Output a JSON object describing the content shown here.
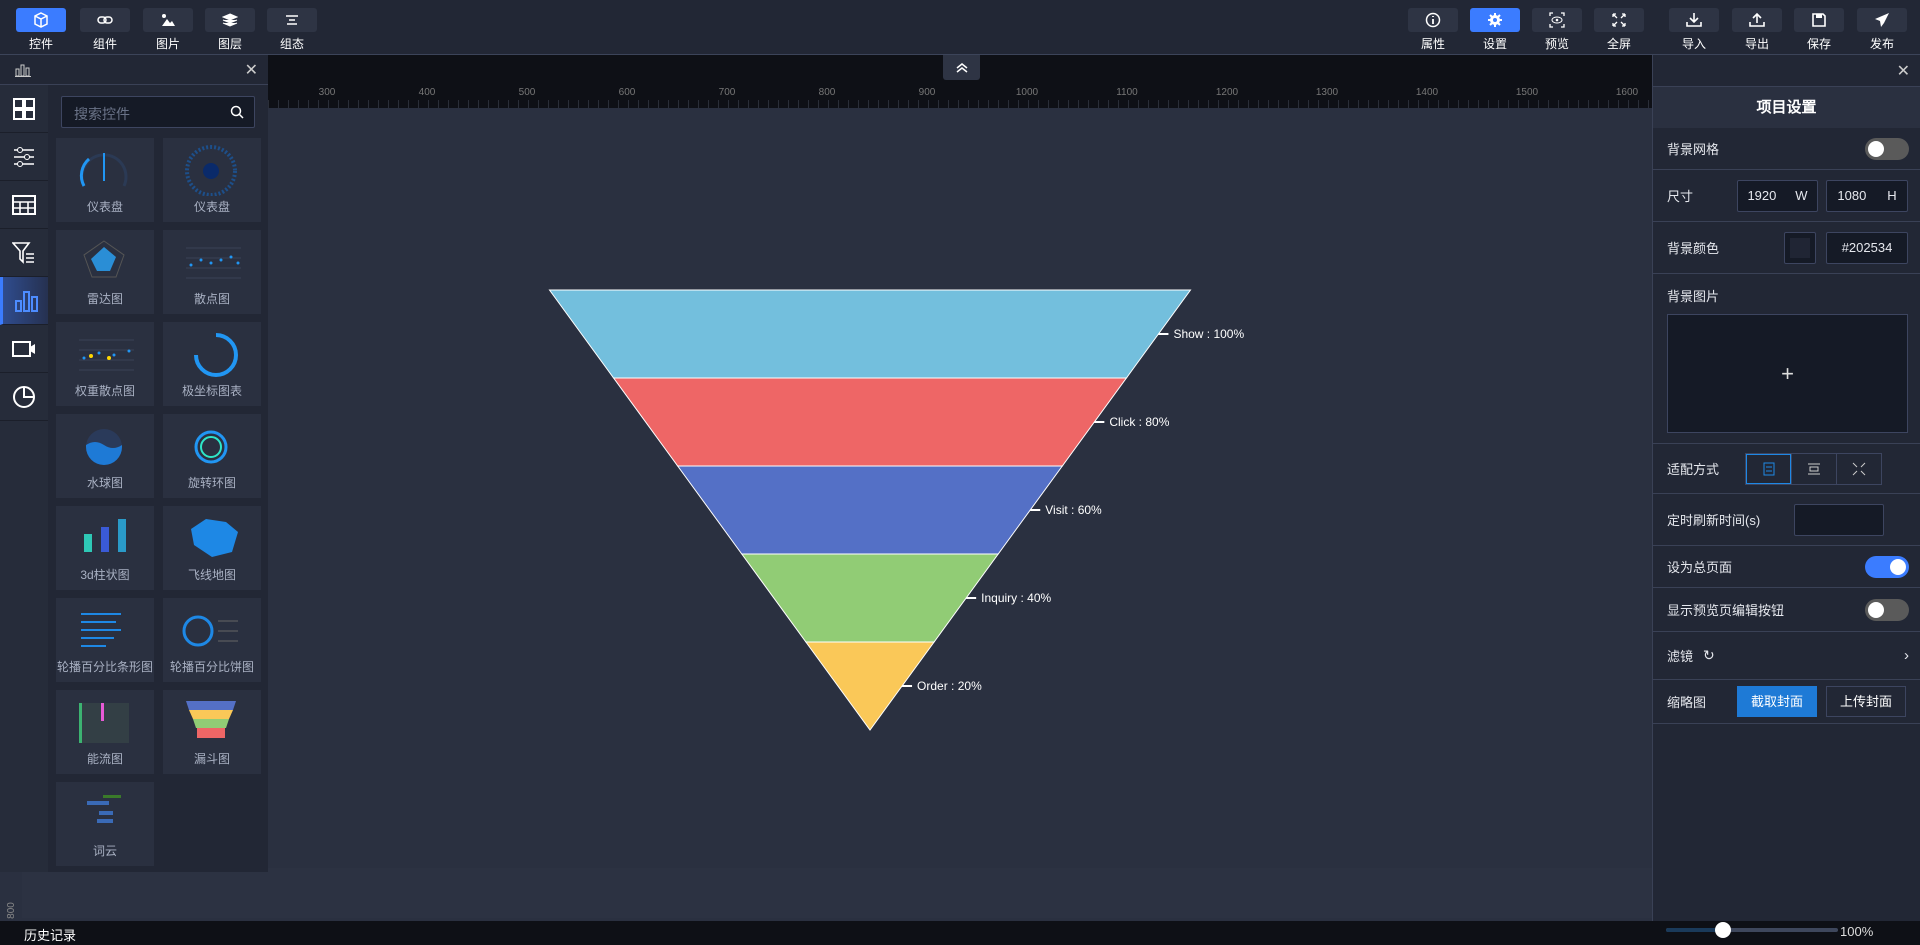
{
  "toolbar_left": [
    {
      "label": "控件",
      "icon": "cube-icon",
      "active": true
    },
    {
      "label": "组件",
      "icon": "link-icon"
    },
    {
      "label": "图片",
      "icon": "image-icon"
    },
    {
      "label": "图层",
      "icon": "layers-icon"
    },
    {
      "label": "组态",
      "icon": "align-icon"
    }
  ],
  "toolbar_right": [
    {
      "label": "属性",
      "icon": "info-icon"
    },
    {
      "label": "设置",
      "icon": "gear-icon",
      "active": true
    },
    {
      "label": "预览",
      "icon": "eye-icon"
    },
    {
      "label": "全屏",
      "icon": "fullscreen-icon"
    },
    {
      "label": "导入",
      "icon": "import-icon"
    },
    {
      "label": "导出",
      "icon": "export-icon"
    },
    {
      "label": "保存",
      "icon": "save-icon"
    },
    {
      "label": "发布",
      "icon": "send-icon"
    }
  ],
  "ruler": {
    "ticks": [
      "300",
      "400",
      "500",
      "600",
      "700",
      "800",
      "900",
      "1000",
      "1100",
      "1200",
      "1300",
      "1400",
      "1500",
      "1600"
    ],
    "vertical_label": "800"
  },
  "left_panel": {
    "search_placeholder": "搜索控件",
    "categories": [
      "grid-icon",
      "sliders-icon",
      "table-icon",
      "filter-icon",
      "bar-chart-icon",
      "video-icon",
      "pie-icon"
    ],
    "active_category": 4,
    "widgets": [
      "仪表盘",
      "仪表盘",
      "雷达图",
      "散点图",
      "权重散点图",
      "极坐标图表",
      "水球图",
      "旋转环图",
      "3d柱状图",
      "飞线地图",
      "轮播百分比条形图",
      "轮播百分比饼图",
      "能流图",
      "漏斗图",
      "词云"
    ]
  },
  "chart_data": {
    "type": "funnel",
    "categories": [
      "Show",
      "Click",
      "Visit",
      "Inquiry",
      "Order"
    ],
    "values": [
      100,
      80,
      60,
      40,
      20
    ],
    "unit": "%",
    "colors": [
      "#73bfdd",
      "#ee6666",
      "#5470c6",
      "#91cc75",
      "#fac858"
    ]
  },
  "settings": {
    "title": "项目设置",
    "bg_grid": "背景网格",
    "bg_grid_on": false,
    "size": "尺寸",
    "width": "1920",
    "w": "W",
    "height": "1080",
    "h": "H",
    "bg_color": "背景颜色",
    "bg_color_value": "#202534",
    "bg_image": "背景图片",
    "plus": "+",
    "fit_mode": "适配方式",
    "refresh": "定时刷新时间(s)",
    "refresh_value": "",
    "set_main": "设为总页面",
    "set_main_on": true,
    "show_edit": "显示预览页编辑按钮",
    "show_edit_on": false,
    "filter": "滤镜",
    "thumbnail": "缩略图",
    "capture": "截取封面",
    "upload": "上传封面"
  },
  "bottom": {
    "history": "历史记录",
    "zoom": "100%",
    "zoom_fraction": 0.33
  }
}
